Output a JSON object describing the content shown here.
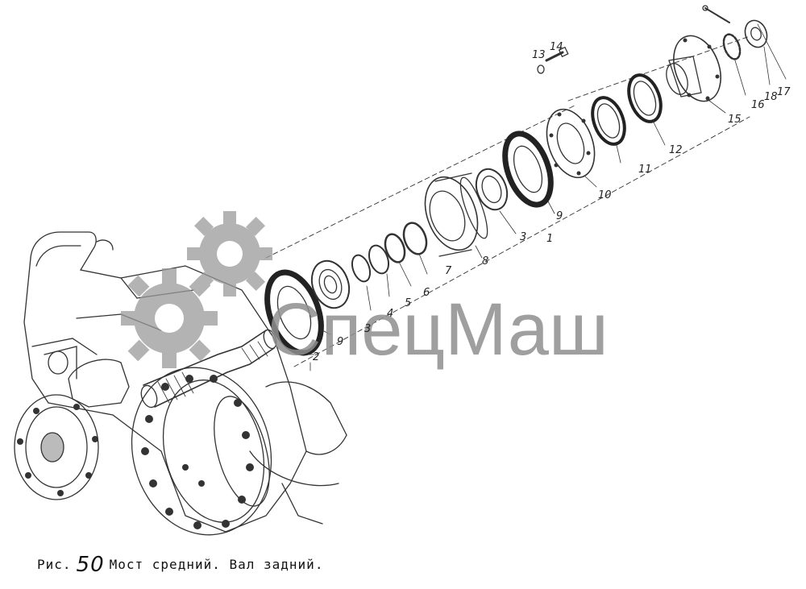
{
  "caption": {
    "prefix": "Рис.",
    "number": "50",
    "text": "Мост средний. Вал задний."
  },
  "watermark": {
    "text": "СпецМаш",
    "color": "#8f8f8f"
  },
  "callouts": [
    "1",
    "2",
    "3",
    "3",
    "4",
    "5",
    "6",
    "7",
    "8",
    "9",
    "9",
    "10",
    "11",
    "12",
    "13",
    "14",
    "15",
    "16",
    "17",
    "18"
  ]
}
